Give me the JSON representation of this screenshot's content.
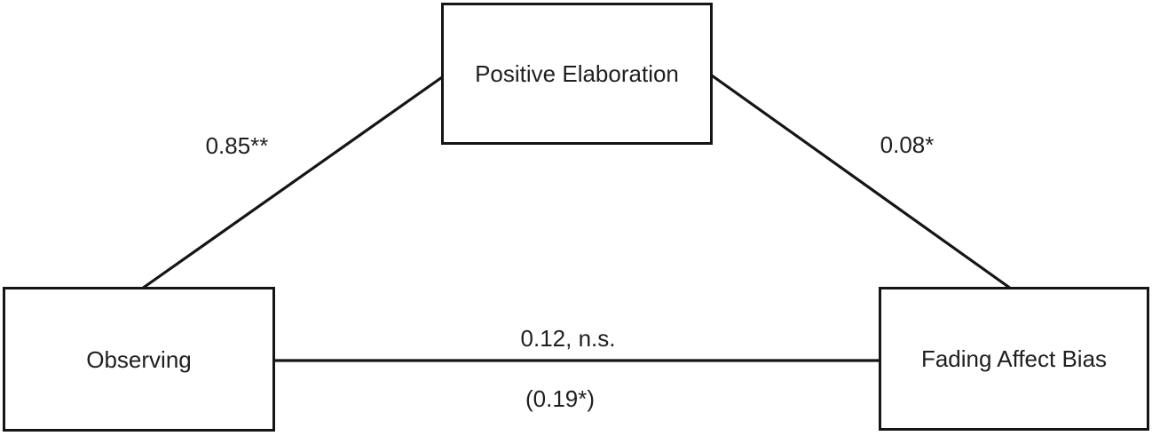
{
  "diagram": {
    "type": "mediation-path-diagram",
    "background_color": "#ffffff",
    "line_color": "#151515",
    "text_color": "#1f1f1f",
    "nodes": {
      "mediator": {
        "label": "Positive Elaboration",
        "role": "mediator",
        "position": "top-center"
      },
      "predictor": {
        "label": "Observing",
        "role": "predictor",
        "position": "bottom-left"
      },
      "outcome": {
        "label": "Fading Affect Bias",
        "role": "outcome",
        "position": "bottom-right"
      }
    },
    "paths": {
      "a": {
        "from": "Observing",
        "to": "Positive Elaboration",
        "label": "0.85**"
      },
      "b": {
        "from": "Positive Elaboration",
        "to": "Fading Affect Bias",
        "label": "0.08*"
      },
      "c": {
        "from": "Observing",
        "to": "Fading Affect Bias",
        "label": "0.12, n.s."
      },
      "c_prime": {
        "from": "Observing",
        "to": "Fading Affect Bias",
        "label": "(0.19*)"
      }
    }
  }
}
